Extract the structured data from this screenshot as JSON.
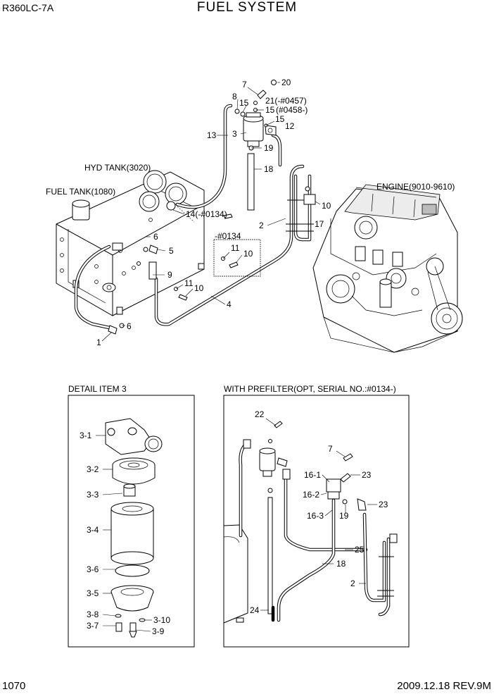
{
  "header": {
    "model": "R360LC-7A",
    "title": "FUEL SYSTEM"
  },
  "footer": {
    "page_number": "1070",
    "revision": "2009.12.18  REV.9M"
  },
  "main_view": {
    "labels": {
      "hyd_tank": "HYD TANK(3020)",
      "fuel_tank": "FUEL TANK(1080)",
      "engine": "ENGINE(9010-9610)",
      "serial_box_title": "-#0134"
    },
    "callouts": [
      "7",
      "20",
      "8",
      "15",
      "21(-#0457)",
      "15",
      "(#0458-)",
      "15",
      "12",
      "13",
      "3",
      "19",
      "18",
      "14(-#0134)",
      "10",
      "2",
      "17",
      "6",
      "5",
      "9",
      "11",
      "10",
      "4",
      "6",
      "1",
      "11",
      "10"
    ]
  },
  "detail_item3": {
    "title": "DETAIL  ITEM 3",
    "callouts": [
      "3-1",
      "3-2",
      "3-3",
      "3-4",
      "3-6",
      "3-5",
      "3-8",
      "3-10",
      "3-7",
      "3-9"
    ]
  },
  "prefilter": {
    "title": "WITH PREFILTER(OPT, SERIAL NO.:#0134-)",
    "callouts": [
      "22",
      "7",
      "16-1",
      "23",
      "16-2",
      "23",
      "16-3",
      "19",
      "25",
      "18",
      "2",
      "24"
    ]
  }
}
